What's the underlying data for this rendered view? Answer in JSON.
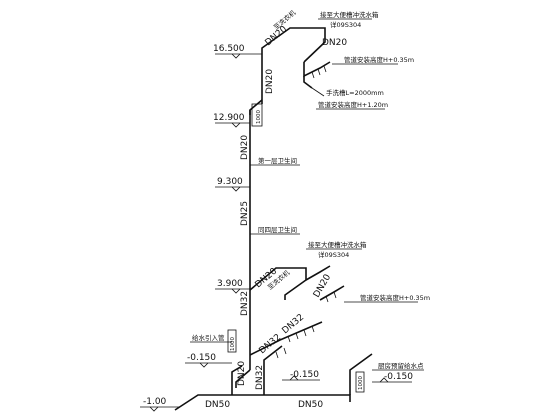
{
  "elevations": {
    "e16500": "16.500",
    "e12900": "12.900",
    "e9300": "9.300",
    "e3900": "3.900",
    "em0150_left": "-0.150",
    "em0150_mid": "-0.150",
    "em0150_right": "-0.150",
    "em1000": "-1.00"
  },
  "pipe_sizes": {
    "dn20_top_slant": "DN20",
    "dn20_top_branch": "DN20",
    "dn20_riser_upper": "DN20",
    "dn20_riser_mid": "DN20",
    "dn25": "DN25",
    "dn20_lower_slant": "DN20",
    "dn20_lower_branch": "DN20",
    "dn32_riser": "DN32",
    "dn32_slant": "DN32",
    "dn32_diag": "DN32",
    "dn20_bottom": "DN20",
    "dn32_bottom": "DN32",
    "dn50_left": "DN50",
    "dn50_right": "DN50"
  },
  "dimensions": {
    "d1000_upper": "1000",
    "d1000_lower": "1000",
    "d1000_bottom": "1000"
  },
  "annotations": {
    "top_to_laundry": "至洗衣机",
    "top_sink": "接至大便槽冲洗水箱",
    "top_sink_ref": "详09S304",
    "top_pipe_height": "管道安装高度H+0.35m",
    "handwash": "手洗槽L=2000mm",
    "handwash_height": "管道安装高度H+1.20m",
    "first_floor_wc": "第一层卫生间",
    "fourth_floor_wc": "同四层卫生间",
    "lower_sink": "接至大便槽冲洗水箱",
    "lower_sink_ref": "详09S304",
    "lower_laundry": "至洗衣机",
    "lower_pipe_height": "管道安装高度H+0.35m",
    "supply_pipe": "给水引入管",
    "kitchen_point": "厨房预留给水点"
  },
  "colors": {
    "line": "#111111",
    "background": "#ffffff"
  }
}
